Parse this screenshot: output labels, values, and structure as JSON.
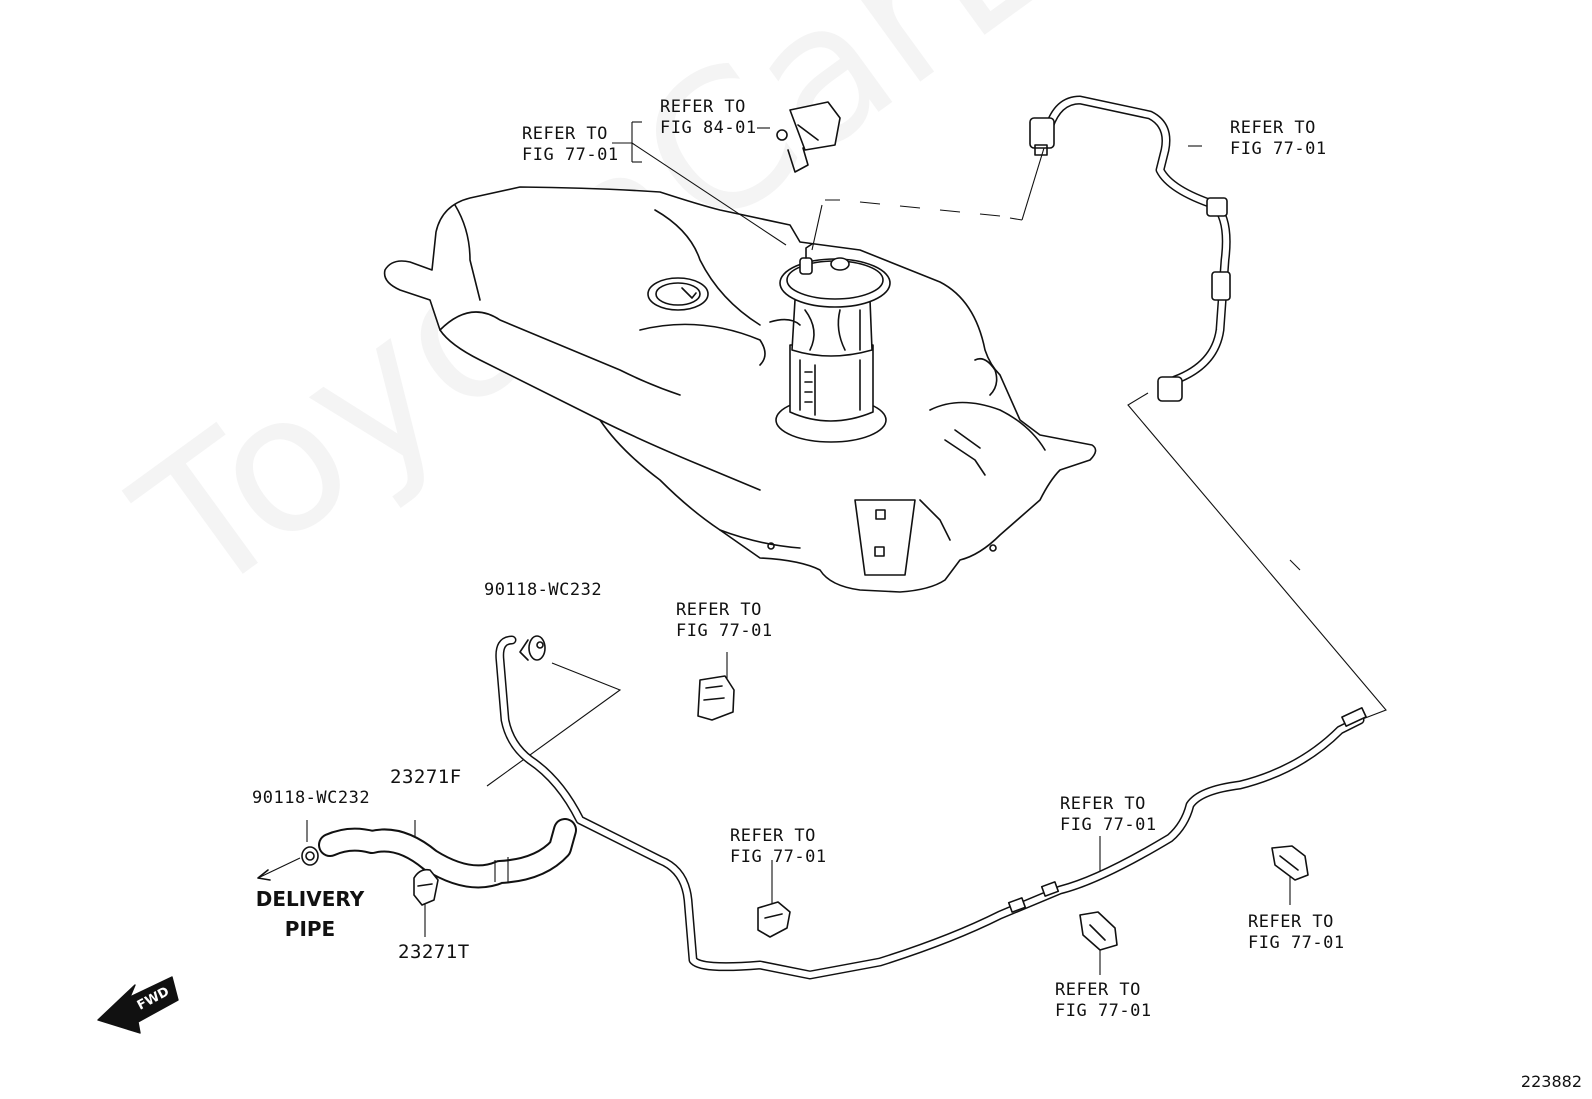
{
  "watermark": "ToyotaCarLine.ru",
  "diagram_number": "223882",
  "callouts": {
    "refer_fig77_tank": [
      "REFER TO",
      "FIG 77-01"
    ],
    "refer_fig84": [
      "REFER TO",
      "FIG 84-01"
    ],
    "refer_fig77_hose_top": [
      "REFER TO",
      "FIG 77-01"
    ],
    "refer_fig77_connector": [
      "REFER TO",
      "FIG 77-01"
    ],
    "refer_fig77_clamp_left": [
      "REFER TO",
      "FIG 77-01"
    ],
    "refer_fig77_pipe_mid": [
      "REFER TO",
      "FIG 77-01"
    ],
    "refer_fig77_clip_mid": [
      "REFER TO",
      "FIG 77-01"
    ],
    "refer_fig77_clip_right": [
      "REFER TO",
      "FIG 77-01"
    ]
  },
  "parts": {
    "clamp_upper": "90118-WC232",
    "clamp_lower": "90118-WC232",
    "hose": "23271F",
    "protector": "23271T"
  },
  "delivery_pipe": [
    "DELIVERY",
    "PIPE"
  ],
  "fwd_label": "FWD"
}
